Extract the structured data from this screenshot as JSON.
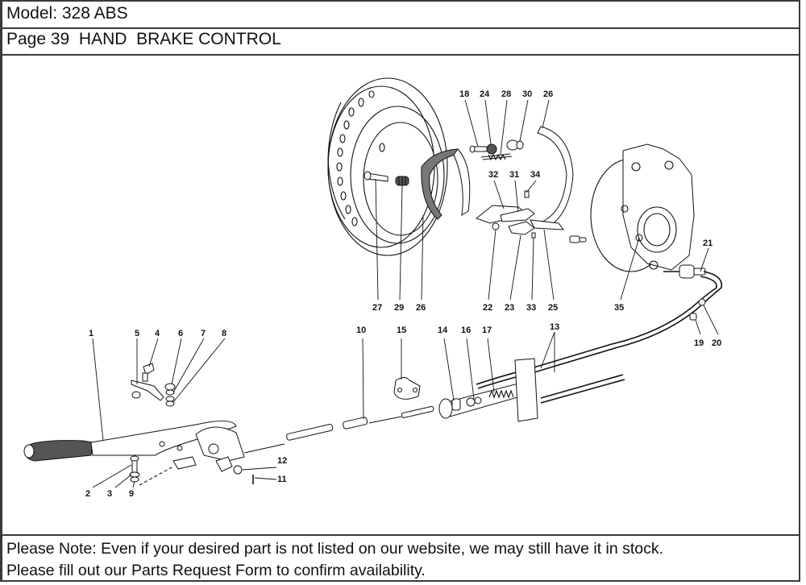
{
  "header": {
    "model_line": "Model: 328 ABS",
    "page_line": "Page 39  HAND  BRAKE CONTROL"
  },
  "diagram": {
    "title": "HAND BRAKE CONTROL",
    "callouts": {
      "c1": "1",
      "c2": "2",
      "c3": "3",
      "c4": "4",
      "c5": "5",
      "c6": "6",
      "c7": "7",
      "c8": "8",
      "c9": "9",
      "c10": "10",
      "c11": "11",
      "c12": "12",
      "c13": "13",
      "c14": "14",
      "c15": "15",
      "c16": "16",
      "c17": "17",
      "c18": "18",
      "c19": "19",
      "c20": "20",
      "c21": "21",
      "c22": "22",
      "c23": "23",
      "c24": "24",
      "c25": "25",
      "c26a": "26",
      "c26b": "26",
      "c27": "27",
      "c28": "28",
      "c29": "29",
      "c30": "30",
      "c31": "31",
      "c32": "32",
      "c33": "33",
      "c34": "34",
      "c35": "35"
    }
  },
  "footer": {
    "line1": "Please Note: Even if your desired part is not listed on our website, we may still have it in stock.",
    "line2": "Please fill out our Parts Request Form to confirm availability."
  }
}
